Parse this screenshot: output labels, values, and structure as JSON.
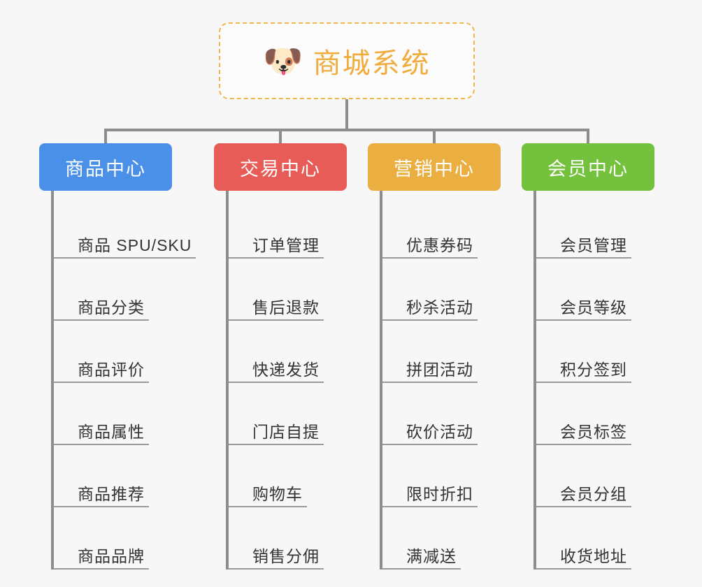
{
  "root": {
    "icon": "shiba-dog-face-emoji",
    "icon_glyph": "🐶",
    "title": "商城系统",
    "border_color": "#efb64a",
    "text_color": "#f0ad3e"
  },
  "connector_color": "#8d8d8d",
  "background_color": "#f7f7f7",
  "columns": [
    {
      "title": "商品中心",
      "color": "#4a90e8",
      "items": [
        "商品 SPU/SKU",
        "商品分类",
        "商品评价",
        "商品属性",
        "商品推荐",
        "商品品牌"
      ]
    },
    {
      "title": "交易中心",
      "color": "#e75c57",
      "items": [
        "订单管理",
        "售后退款",
        "快递发货",
        "门店自提",
        "购物车",
        "销售分佣"
      ]
    },
    {
      "title": "营销中心",
      "color": "#ebae41",
      "items": [
        "优惠券码",
        "秒杀活动",
        "拼团活动",
        "砍价活动",
        "限时折扣",
        "满减送"
      ]
    },
    {
      "title": "会员中心",
      "color": "#73c13d",
      "items": [
        "会员管理",
        "会员等级",
        "积分签到",
        "会员标签",
        "会员分组",
        "收货地址"
      ]
    }
  ]
}
